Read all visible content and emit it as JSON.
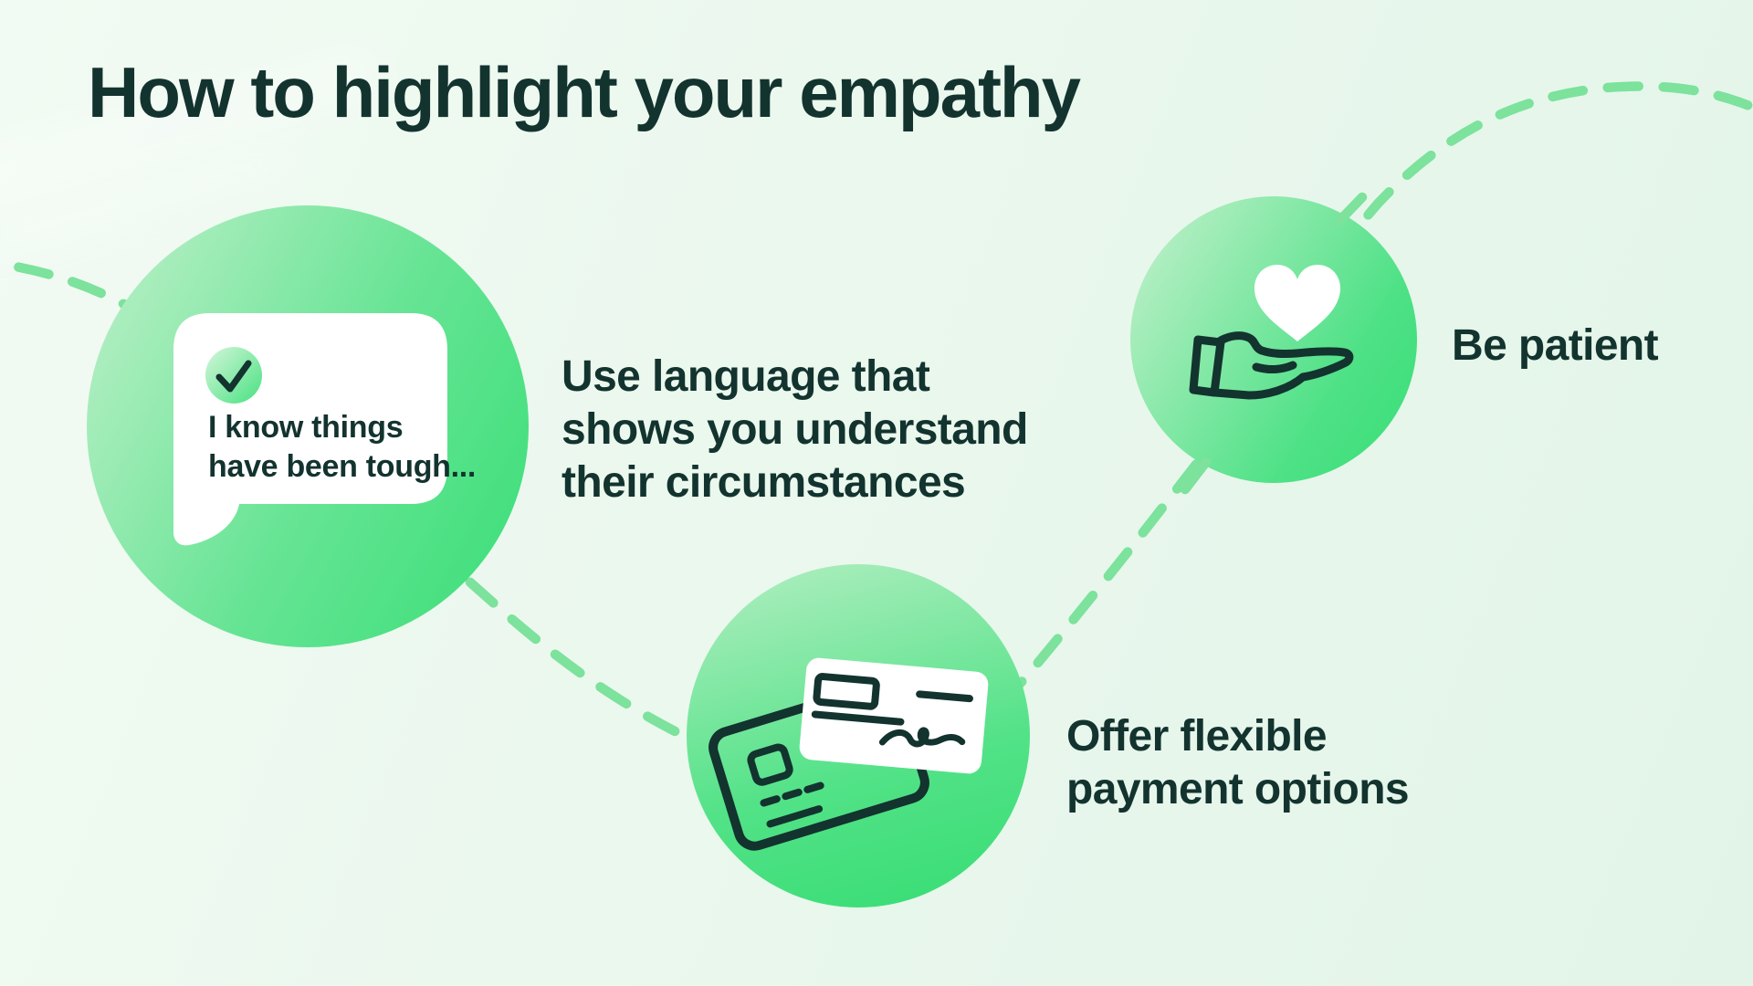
{
  "title": "How to highlight your empathy",
  "colors": {
    "background_mint": "#ebf8ee",
    "dark_teal_text": "#13332f",
    "dash_line_green": "#7ce29c",
    "circle_gradient_light": "#b9efc6",
    "circle_gradient_bright": "#3edf7a",
    "icon_white": "#ffffff"
  },
  "steps": [
    {
      "icon": "speech-bubble-check-icon",
      "caption_lines": [
        "Use language that",
        "shows you understand",
        "their circumstances"
      ],
      "bubble": {
        "check_icon": "checkmark-icon",
        "lines": [
          "I know things",
          "have been tough..."
        ]
      }
    },
    {
      "icon": "credit-card-check-icon",
      "caption_lines": [
        "Offer flexible",
        "payment options"
      ]
    },
    {
      "icon": "hand-holding-heart-icon",
      "caption_lines": [
        "Be patient"
      ]
    }
  ]
}
